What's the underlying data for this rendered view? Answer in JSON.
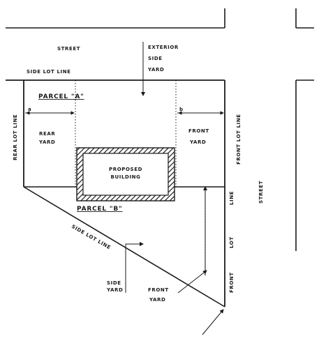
{
  "labels": {
    "street_top": "STREET",
    "street_right": "STREET",
    "exterior_side_yard_1": "EXTERIOR",
    "exterior_side_yard_2": "SIDE",
    "exterior_side_yard_3": "YARD",
    "side_lot_line_top": "SIDE LOT LINE",
    "parcel_a": "PARCEL \"A\"",
    "parcel_b": "PARCEL \"B\"",
    "rear_yard_1": "REAR",
    "rear_yard_2": "YARD",
    "front_yard_a_1": "FRONT",
    "front_yard_a_2": "YARD",
    "rear_lot_line": "REAR LOT LINE",
    "front_lot_line_right": "FRONT LOT LINE",
    "proposed_building_1": "PROPOSED",
    "proposed_building_2": "BUILDING",
    "side_lot_line_diagonal": "SIDE LOT LINE",
    "side_yard_b_1": "SIDE",
    "side_yard_b_2": "YARD",
    "front_yard_b_1": "FRONT",
    "front_yard_b_2": "YARD",
    "front_lot_line_b_1": "FRONT",
    "front_lot_line_b_2": "LOT",
    "front_lot_line_b_3": "LINE",
    "dim_a_left": "a",
    "dim_a_right": "b"
  }
}
